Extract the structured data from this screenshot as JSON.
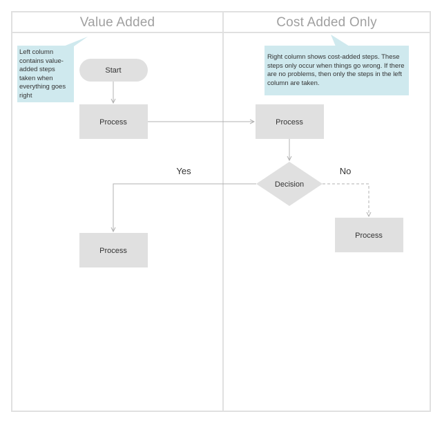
{
  "lanes": {
    "left_title": "Value Added",
    "right_title": "Cost Added Only"
  },
  "notes": {
    "left": "Left column contains value-added steps taken when everything goes  right",
    "right": "Right column shows cost-added steps. These steps only occur when things go wrong. If there are no problems, then only the steps in the left column are taken."
  },
  "nodes": {
    "start": "Start",
    "process_left_top": "Process",
    "process_right_top": "Process",
    "decision": "Decision",
    "process_left_bottom": "Process",
    "process_right_bottom": "Process"
  },
  "edges": {
    "yes_label": "Yes",
    "no_label": "No"
  },
  "colors": {
    "lane_border": "#e0e0e0",
    "node_fill": "#e0e0e0",
    "note_fill": "#cfe9ee",
    "connector": "#b0b0b0",
    "title_text": "#a0a0a0"
  }
}
